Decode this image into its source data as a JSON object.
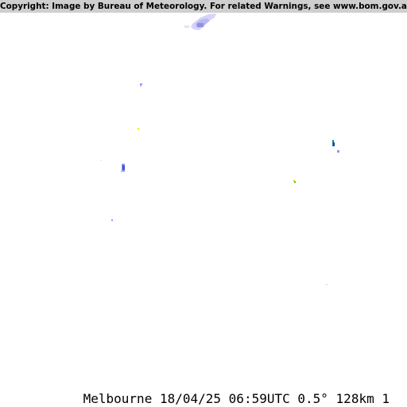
{
  "copyright": "Copyright: Image by Bureau of Meteorology. For related Warnings, see www.bom.gov.au",
  "caption": {
    "location": "Melbourne",
    "date": "18/04/25",
    "time": "06:59UTC",
    "elevation": "0.5°",
    "range": "128km",
    "frame": "1"
  },
  "colors": {
    "background": "#ffffff",
    "copyright_bar": "#cfcfcf",
    "echo_light": "#c8c8f5",
    "echo_mid": "#9494ec",
    "echo_strong": "#3c5ad8",
    "echo_teal": "#168c8c",
    "echo_yellow": "#f0e800"
  }
}
